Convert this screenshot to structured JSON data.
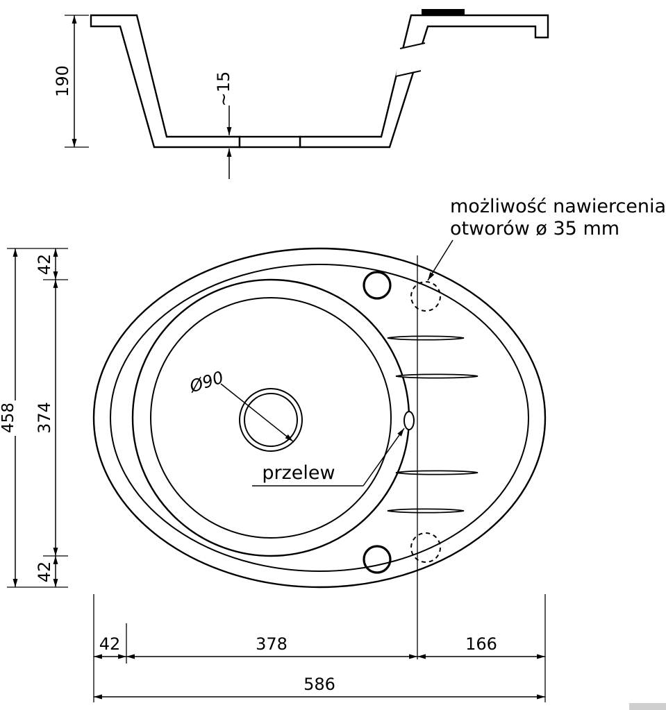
{
  "annotation": {
    "line1": "możliwość nawiercenia",
    "line2": "otworów ø 35 mm"
  },
  "labels": {
    "overflow": "przelew",
    "drain_diameter": "Ø90"
  },
  "cross_section": {
    "total_height_mm": "190",
    "bottom_thickness_mm": "~15"
  },
  "plan_view": {
    "total_height_mm": "458",
    "top_offset_mm": "42",
    "bowl_height_mm": "374",
    "bottom_offset_mm": "42",
    "left_offset_mm": "42",
    "bowl_zone_mm": "378",
    "drainer_zone_mm": "166",
    "total_width_mm": "586"
  },
  "colors": {
    "line": "#000000",
    "background": "#ffffff"
  }
}
